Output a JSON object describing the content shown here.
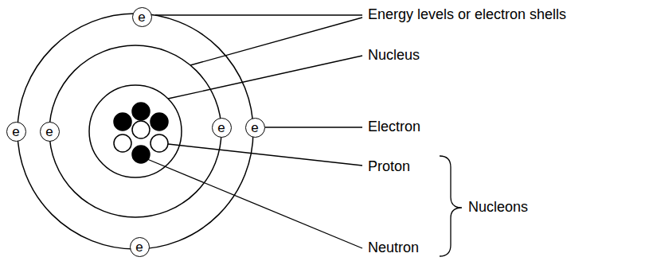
{
  "diagram": {
    "nodes": [
      {
        "text": [
          "e"
        ]
      },
      {
        "text": [
          "e"
        ]
      },
      {
        "text": [
          "e"
        ]
      },
      {
        "text": [
          "e"
        ]
      },
      {
        "text": [
          "e"
        ]
      },
      {
        "text": [
          "e"
        ]
      }
    ],
    "labels": [
      "Energy levels or electron shells",
      "Nucleus",
      "Electron",
      "Proton",
      "Neutron",
      "Nucleons"
    ]
  }
}
